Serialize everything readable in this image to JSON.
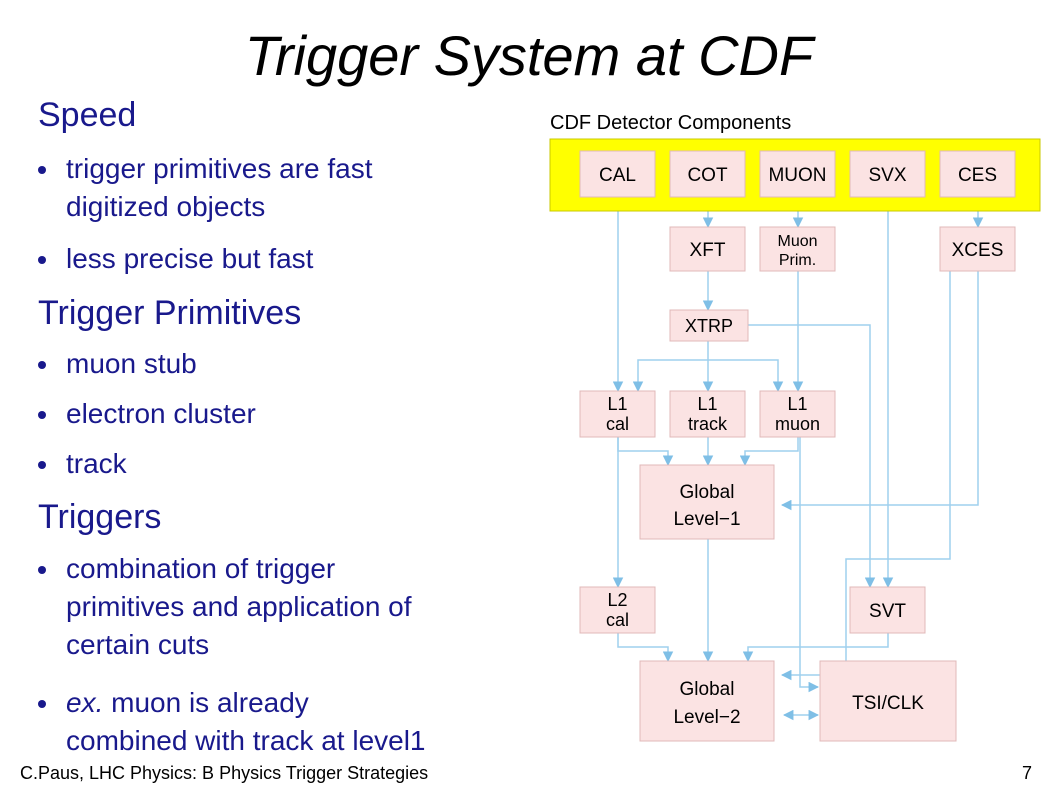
{
  "slide": {
    "title": "Trigger System at CDF",
    "footer_left": "C.Paus, LHC Physics:  B Physics Trigger Strategies",
    "page_number": "7"
  },
  "content": {
    "sections": [
      {
        "heading": "Speed",
        "bullets": [
          {
            "lines": [
              "trigger primitives are fast",
              "digitized objects"
            ]
          },
          {
            "lines": [
              "less precise but fast"
            ]
          }
        ]
      },
      {
        "heading": "Trigger Primitives",
        "bullets": [
          {
            "lines": [
              "muon stub"
            ]
          },
          {
            "lines": [
              "electron cluster"
            ]
          },
          {
            "lines": [
              "track"
            ]
          }
        ]
      },
      {
        "heading": "Triggers",
        "bullets": [
          {
            "lines": [
              "combination of trigger",
              "primitives and application of",
              "certain cuts"
            ]
          },
          {
            "lines": [
              "ex. muon is already",
              "combined with track at level1"
            ],
            "italic_prefix": "ex."
          }
        ]
      }
    ]
  },
  "diagram": {
    "header": "CDF Detector Components",
    "colors": {
      "detector_band": "#ffff00",
      "box_fill": "#fbe3e3",
      "box_stroke": "#e0b8b8",
      "arrow": "#9fd0ee",
      "arrow_head": "#7fbfe6",
      "text": "#000000"
    },
    "detector_boxes": [
      "CAL",
      "COT",
      "MUON",
      "SVX",
      "CES"
    ],
    "primitive_boxes": {
      "xft": [
        "XFT"
      ],
      "muon_prim": [
        "Muon",
        "Prim."
      ],
      "xces": [
        "XCES"
      ],
      "xtrp": [
        "XTRP"
      ]
    },
    "level1_boxes": {
      "l1_cal": [
        "L1",
        "cal"
      ],
      "l1_track": [
        "L1",
        "track"
      ],
      "l1_muon": [
        "L1",
        "muon"
      ],
      "global_l1": [
        "Global",
        "Level−1"
      ]
    },
    "level2_boxes": {
      "l2_cal": [
        "L2",
        "cal"
      ],
      "svt": [
        "SVT"
      ],
      "global_l2": [
        "Global",
        "Level−2"
      ],
      "tsi_clk": [
        "TSI/CLK"
      ]
    }
  }
}
